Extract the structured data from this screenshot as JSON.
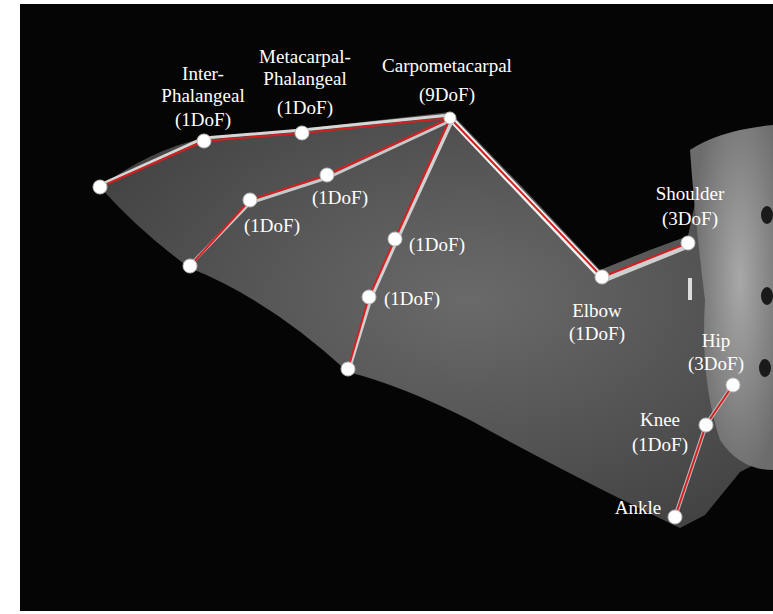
{
  "diagram": {
    "labels": [
      "Inter- Phalangeal",
      "(1DoF)",
      "Metacarpal- Phalangeal",
      "(1DoF)",
      "Carpometacarpal",
      "(9DoF)",
      "(1DoF)",
      "(1DoF)",
      "(1DoF)",
      "(1DoF)",
      "Shoulder",
      "(3DoF)",
      "Elbow",
      "(1DoF)",
      "Hip",
      "(3DoF)",
      "Knee",
      "(1DoF)",
      "Ankle"
    ]
  }
}
